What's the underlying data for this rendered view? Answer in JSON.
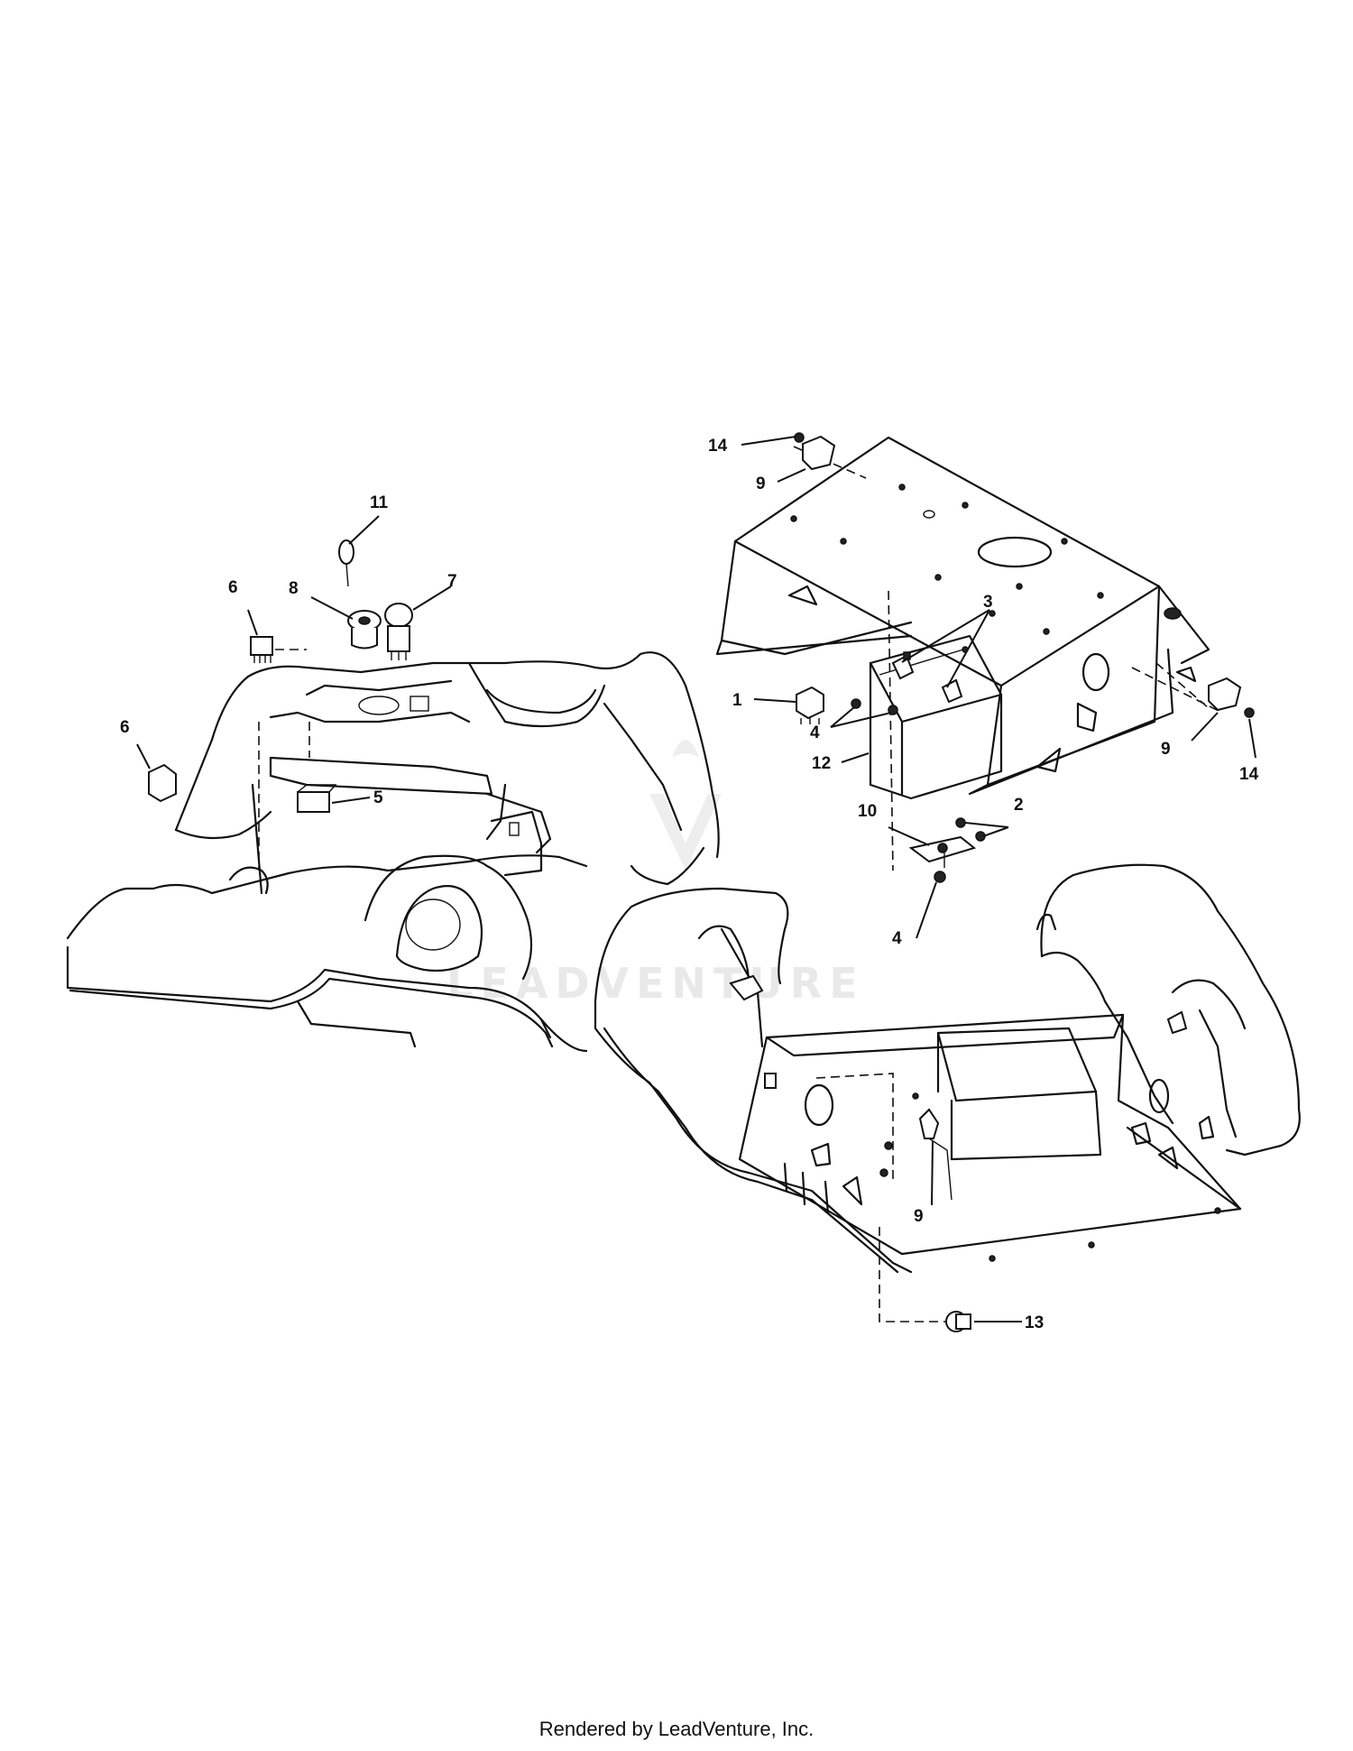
{
  "diagram": {
    "callouts": {
      "c1": "1",
      "c2": "2",
      "c3": "3",
      "c4a": "4",
      "c4b": "4",
      "c5": "5",
      "c6a": "6",
      "c6b": "6",
      "c7": "7",
      "c8": "8",
      "c9a": "9",
      "c9b": "9",
      "c9c": "9",
      "c10": "10",
      "c11": "11",
      "c12": "12",
      "c13": "13",
      "c14a": "14",
      "c14b": "14"
    },
    "watermark_text": "LEADVENTURE"
  },
  "footer": {
    "credit": "Rendered by LeadVenture, Inc."
  }
}
